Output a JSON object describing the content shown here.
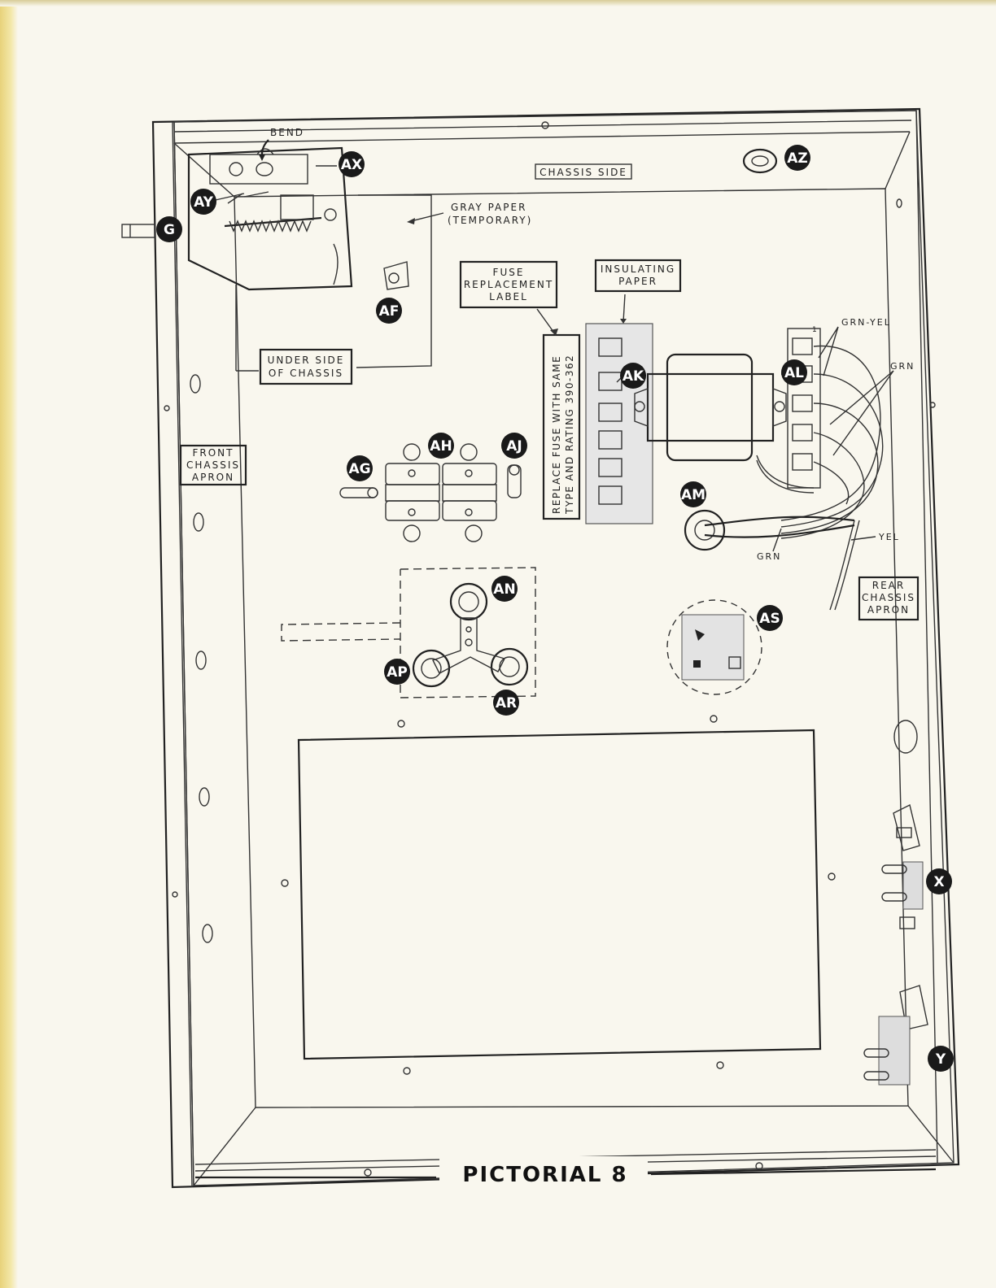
{
  "diagram": {
    "title": "PICTORIAL 8",
    "labels": {
      "bend": "BEND",
      "chassis_side": "CHASSIS SIDE",
      "gray_paper_1": "GRAY PAPER",
      "gray_paper_2": "(TEMPORARY)",
      "under_side_1": "UNDER SIDE",
      "under_side_2": "OF CHASSIS",
      "front_apron_1": "FRONT",
      "front_apron_2": "CHASSIS",
      "front_apron_3": "APRON",
      "fuse_label_1": "FUSE",
      "fuse_label_2": "REPLACEMENT",
      "fuse_label_3": "LABEL",
      "insulating_1": "INSULATING",
      "insulating_2": "PAPER",
      "fuse_text_1": "REPLACE FUSE WITH SAME",
      "fuse_text_2": "TYPE AND RATING  390-362",
      "grn_yel": "GRN-YEL",
      "grn_1": "GRN",
      "grn_2": "GRN",
      "yel": "YEL",
      "rear_apron_1": "REAR",
      "rear_apron_2": "CHASSIS",
      "rear_apron_3": "APRON",
      "terminal_1": "1"
    },
    "callouts": {
      "ax": "AX",
      "ay": "AY",
      "g": "G",
      "az": "AZ",
      "af": "AF",
      "ak": "AK",
      "al": "AL",
      "ah": "AH",
      "aj": "AJ",
      "ag": "AG",
      "am": "AM",
      "an": "AN",
      "ap": "AP",
      "ar": "AR",
      "as": "AS",
      "x": "X",
      "y": "Y"
    }
  }
}
